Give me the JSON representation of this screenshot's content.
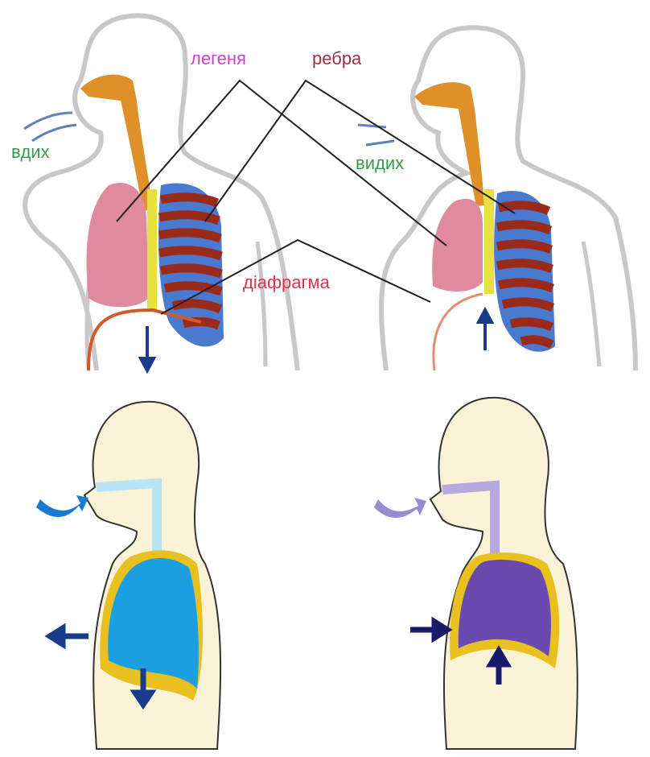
{
  "labels": {
    "lungs": "легеня",
    "ribs": "ребра",
    "inhale": "вдих",
    "exhale": "видих",
    "diaphragm": "діафрагма"
  },
  "colors": {
    "lungs_label": "#d040d0",
    "ribs_label": "#a03040",
    "breath_label": "#3a9a4a",
    "diaphragm_label": "#e03050",
    "lung_tissue": "#e08aa0",
    "inhale_lung": "#1aa0e0",
    "exhale_lung": "#6a4ab0",
    "arrow": "#1a3a8a",
    "body_fill": "#fbf3d8"
  }
}
